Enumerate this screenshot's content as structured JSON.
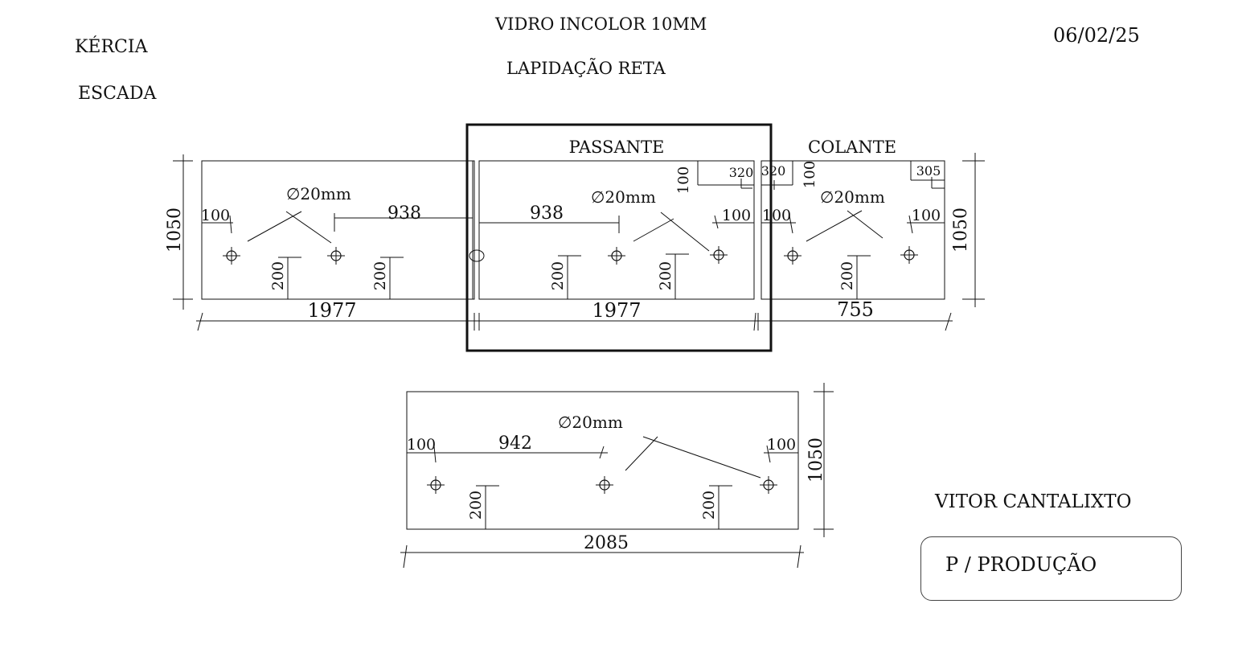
{
  "header": {
    "client": "KÉRCIA",
    "location": "ESCADA",
    "material": "VIDRO INCOLOR 10MM",
    "finish": "LAPIDAÇÃO RETA",
    "date": "06/02/25"
  },
  "drawing": {
    "panel1": {
      "width": "1977",
      "height": "1050",
      "hole": "∅20mm",
      "edge_offset": "100",
      "spacing": "938",
      "hole_height_a": "200",
      "hole_height_b": "200"
    },
    "panel2": {
      "label": "PASSANTE",
      "width": "1977",
      "hole": "∅20mm",
      "spacing": "938",
      "edge_offset": "100",
      "notch_depth": "100",
      "notch_width": "320",
      "hole_height_a": "200",
      "hole_height_b": "200"
    },
    "panel3": {
      "label": "COLANTE",
      "width": "755",
      "height": "1050",
      "hole": "∅20mm",
      "edge_offset_left": "100",
      "edge_offset_right": "100",
      "notch_width_left": "320",
      "notch_depth": "100",
      "notch_width_right": "305",
      "hole_height": "200"
    },
    "panel4": {
      "width": "2085",
      "height": "1050",
      "hole": "∅20mm",
      "edge_offset_left": "100",
      "spacing": "942",
      "edge_offset_right": "100",
      "hole_height_a": "200",
      "hole_height_b": "200"
    }
  },
  "footer": {
    "responsible": "VITOR CANTALIXTO",
    "stamp": "P / PRODUÇÃO"
  }
}
